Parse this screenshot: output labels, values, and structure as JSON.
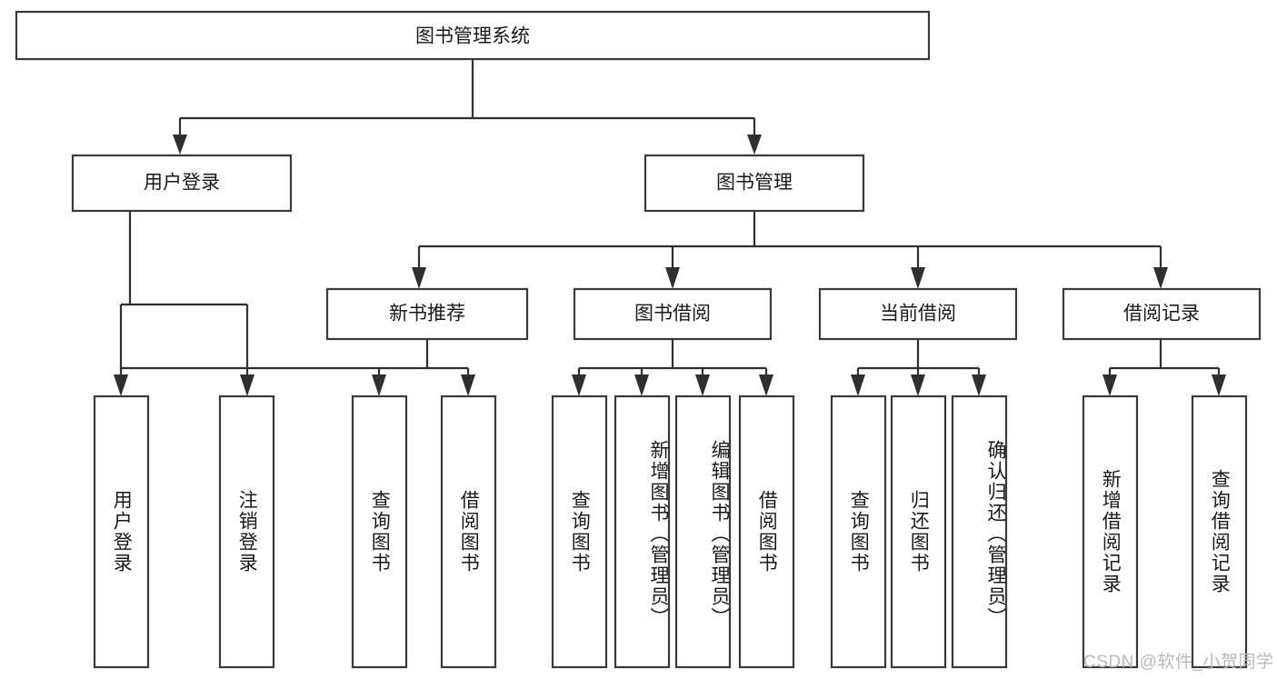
{
  "diagram": {
    "type": "tree",
    "title": "图书管理系统",
    "orientation": "top-down",
    "colors": {
      "background": "#ffffff",
      "box_stroke": "#3a3a3a",
      "box_fill": "#ffffff",
      "connector": "#2f2f2f",
      "text": "#1a1a1a",
      "watermark": "#b9b9b9"
    },
    "levels": {
      "root": {
        "label": "图书管理系统"
      },
      "level2": [
        {
          "label": "用户登录"
        },
        {
          "label": "图书管理"
        }
      ],
      "level3": [
        {
          "label": "新书推荐"
        },
        {
          "label": "图书借阅"
        },
        {
          "label": "当前借阅"
        },
        {
          "label": "借阅记录"
        }
      ],
      "leaves": [
        {
          "label": "用户登录",
          "parent": "用户登录"
        },
        {
          "label": "注销登录",
          "parent": "用户登录"
        },
        {
          "label": "查询图书",
          "parent": "新书推荐"
        },
        {
          "label": "借阅图书",
          "parent": "新书推荐"
        },
        {
          "label": "查询图书",
          "parent": "图书借阅"
        },
        {
          "label": "新增图书（管理员）",
          "parent": "图书借阅"
        },
        {
          "label": "编辑图书（管理员）",
          "parent": "图书借阅"
        },
        {
          "label": "借阅图书",
          "parent": "图书借阅"
        },
        {
          "label": "查询图书",
          "parent": "当前借阅"
        },
        {
          "label": "归还图书",
          "parent": "当前借阅"
        },
        {
          "label": "确认归还（管理员）",
          "parent": "当前借阅"
        },
        {
          "label": "新增借阅记录",
          "parent": "借阅记录"
        },
        {
          "label": "查询借阅记录",
          "parent": "借阅记录"
        }
      ]
    },
    "watermark": "CSDN @软件_小贺同学"
  }
}
